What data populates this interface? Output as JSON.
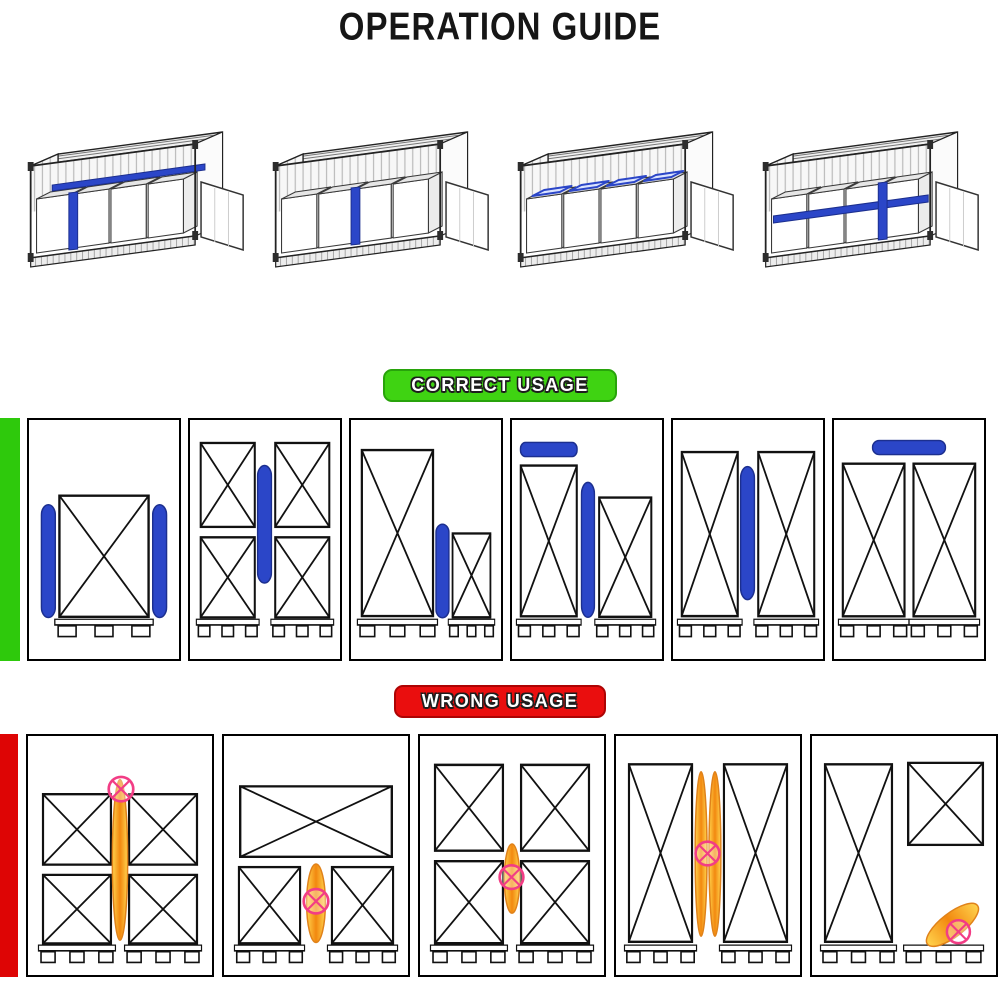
{
  "title": "OPERATION GUIDE",
  "colors": {
    "correct_green": "#3fd312",
    "correct_bar_green": "#2ec90c",
    "wrong_red": "#ea0e0e",
    "wrong_bar_red": "#de0505",
    "airbag_blue": "#2b46c8",
    "wrong_bag_orange": "#f2991f",
    "prohibition_pink": "#f23d85",
    "line_black": "#111111"
  },
  "sections": {
    "containers": {
      "count": 4
    },
    "correct": {
      "label": "CORRECT USAGE",
      "panel_count": 6
    },
    "wrong": {
      "label": "WRONG USAGE",
      "panel_count": 5
    }
  },
  "icons": {
    "prohibition": "crossed-circle-icon",
    "airbag_vertical": "vertical-pill",
    "airbag_horizontal": "horizontal-pill",
    "crate": "x-braced-crate",
    "pallet": "pallet"
  }
}
